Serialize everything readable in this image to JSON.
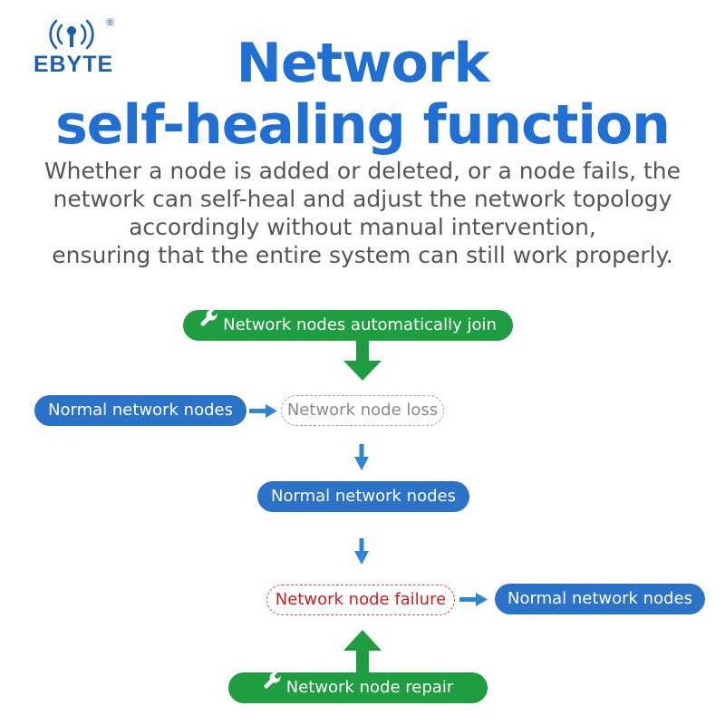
{
  "logo": {
    "brand": "EBYTE",
    "registered": "®",
    "icon": "wireless-signal-icon"
  },
  "title": {
    "line1": "Network",
    "line2": "self-healing function"
  },
  "description": [
    "Whether a node is added or deleted, or a node fails, the",
    "network can self-heal and adjust the network topology",
    "accordingly without manual intervention,",
    "ensuring that the entire system can still work properly."
  ],
  "flow": {
    "auto_join": "Network nodes automatically join",
    "normal_left": "Normal network nodes",
    "node_loss": "Network node loss",
    "normal_center": "Normal network nodes",
    "node_failure": "Network node failure",
    "normal_right": "Normal network nodes",
    "node_repair": "Network node repair"
  },
  "colors": {
    "title": "#1f6fd4",
    "green": "#1e9e40",
    "blue": "#2b72c9",
    "arrow": "#2f86d6",
    "failure": "#d41d1d"
  },
  "icons": {
    "join": "wrench-icon",
    "repair": "wrench-icon"
  }
}
